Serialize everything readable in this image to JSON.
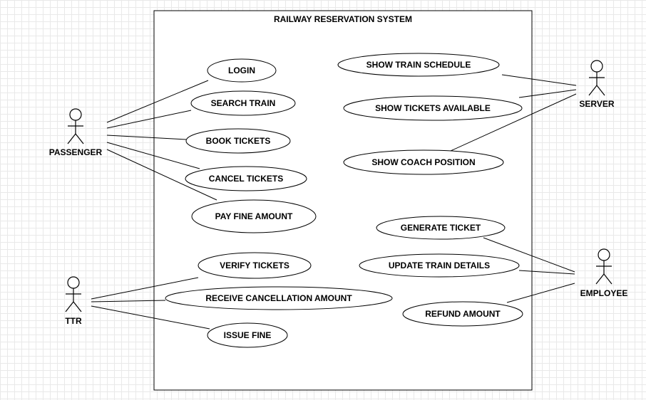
{
  "system": {
    "title": "RAILWAY RESERVATION SYSTEM"
  },
  "actors": {
    "passenger": "PASSENGER",
    "ttr": "TTR",
    "server": "SERVER",
    "employee": "EMPLOYEE"
  },
  "use_cases": {
    "login": "LOGIN",
    "search_train": "SEARCH TRAIN",
    "book_tickets": "BOOK TICKETS",
    "cancel_tickets": "CANCEL TICKETS",
    "pay_fine_amount": "PAY FINE AMOUNT",
    "verify_tickets": "VERIFY TICKETS",
    "receive_cancellation_amount": "RECEIVE CANCELLATION AMOUNT",
    "issue_fine": "ISSUE FINE",
    "show_train_schedule": "SHOW TRAIN SCHEDULE",
    "show_tickets_available": "SHOW TICKETS AVAILABLE",
    "show_coach_position": "SHOW COACH POSITION",
    "generate_ticket": "GENERATE TICKET",
    "update_train_details": "UPDATE TRAIN DETAILS",
    "refund_amount": "REFUND AMOUNT"
  }
}
